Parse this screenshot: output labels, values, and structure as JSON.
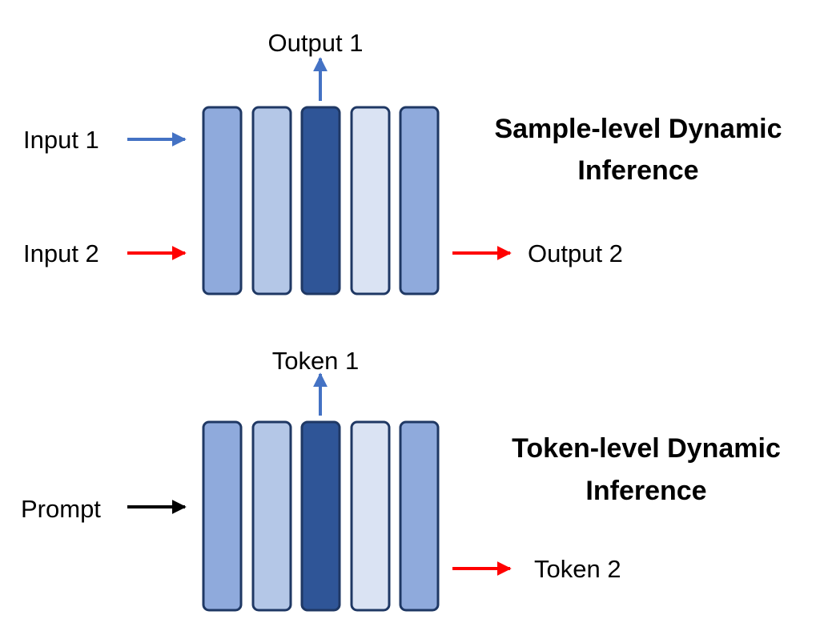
{
  "colors": {
    "layer_medium": "#8faadc",
    "layer_light": "#b4c7e7",
    "layer_dark": "#2f5597",
    "layer_pale": "#dae3f3",
    "layer_border": "#1f3864",
    "arrow_blue": "#4472c4",
    "arrow_red": "#ff0000",
    "arrow_black": "#000000"
  },
  "sample_level": {
    "title_line1": "Sample-level Dynamic",
    "title_line2": "Inference",
    "input1": "Input 1",
    "input2": "Input 2",
    "output1": "Output 1",
    "output2": "Output 2",
    "layers": [
      "medium",
      "light",
      "dark",
      "pale",
      "medium"
    ]
  },
  "token_level": {
    "title_line1": "Token-level Dynamic",
    "title_line2": "Inference",
    "prompt": "Prompt",
    "token1": "Token 1",
    "token2": "Token 2",
    "layers": [
      "medium",
      "light",
      "dark",
      "pale",
      "medium"
    ]
  }
}
